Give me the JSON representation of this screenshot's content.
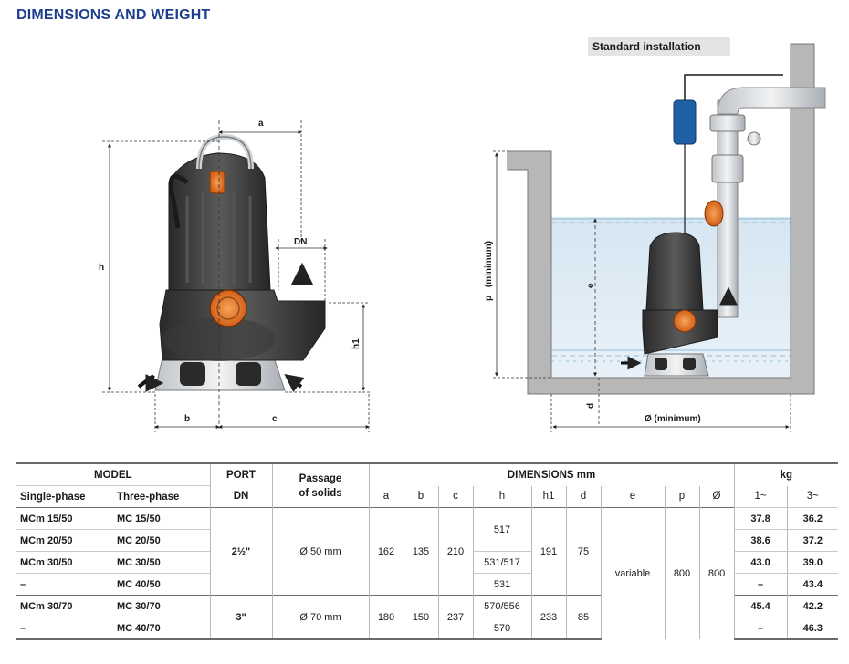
{
  "title": "DIMENSIONS AND WEIGHT",
  "installation_caption": "Standard installation",
  "left_diagram": {
    "a": "a",
    "b": "b",
    "c": "c",
    "h": "h",
    "h1": "h1",
    "dn": "DN"
  },
  "right_diagram": {
    "p": "p",
    "p_note": "(minimum)",
    "e": "e",
    "d": "d",
    "diameter": "Ø (minimum)"
  },
  "table": {
    "head": {
      "model": "MODEL",
      "single": "Single-phase",
      "three": "Three-phase",
      "port": "PORT",
      "port_dn": "DN",
      "passage_1": "Passage",
      "passage_2": "of solids",
      "dimensions": "DIMENSIONS mm",
      "cols": [
        "a",
        "b",
        "c",
        "h",
        "h1",
        "d",
        "e",
        "p",
        "Ø"
      ],
      "kg": "kg",
      "kg1": "1~",
      "kg3": "3~"
    },
    "group1": {
      "port": "2½\"",
      "passage": "Ø 50 mm",
      "a": "162",
      "b": "135",
      "c": "210",
      "h1": "191",
      "d": "75",
      "rows": [
        {
          "single": "MCm 15/50",
          "three": "MC 15/50",
          "kg1": "37.8",
          "kg3": "36.2"
        },
        {
          "single": "MCm 20/50",
          "three": "MC 20/50",
          "kg1": "38.6",
          "kg3": "37.2"
        },
        {
          "single": "MCm 30/50",
          "three": "MC 30/50",
          "kg1": "43.0",
          "kg3": "39.0"
        },
        {
          "single": "–",
          "three": "MC 40/50",
          "kg1": "–",
          "kg3": "43.4"
        }
      ],
      "h_values": [
        "517",
        "531/517",
        "531"
      ]
    },
    "group2": {
      "port": "3\"",
      "passage": "Ø 70 mm",
      "a": "180",
      "b": "150",
      "c": "237",
      "h1": "233",
      "d": "85",
      "rows": [
        {
          "single": "MCm 30/70",
          "three": "MC 30/70",
          "h": "570/556",
          "kg1": "45.4",
          "kg3": "42.2"
        },
        {
          "single": "–",
          "three": "MC 40/70",
          "h": "570",
          "kg1": "–",
          "kg3": "46.3"
        }
      ]
    },
    "shared": {
      "e": "variable",
      "p": "800",
      "dia": "800"
    }
  }
}
